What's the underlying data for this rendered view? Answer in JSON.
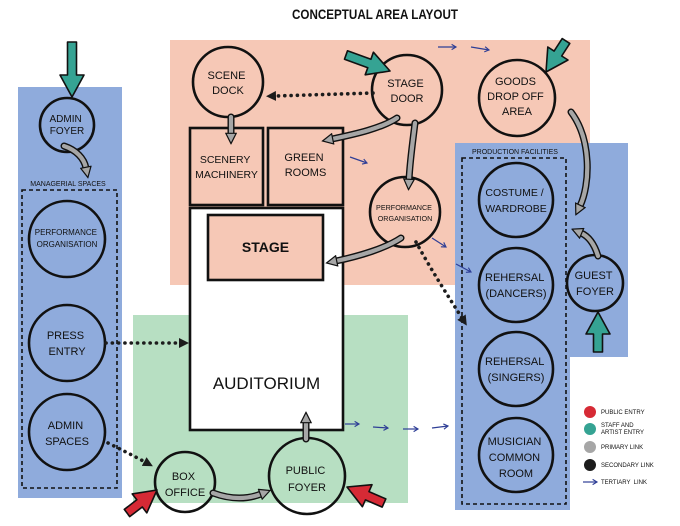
{
  "title": "CONCEPTUAL AREA LAYOUT",
  "zone_labels": {
    "managerial": "MANAGERIAL SPACES",
    "production": "PRODUCTION FACILITIES"
  },
  "zone_colors": {
    "service": "#f6c8b6",
    "admin": "#8fabdc",
    "public": "#b7dfc2",
    "production": "#8fabdc"
  },
  "nodes": {
    "admin_foyer": [
      "ADMIN",
      "FOYER"
    ],
    "scene_dock": [
      "SCENE",
      "DOCK"
    ],
    "stage_door": [
      "STAGE",
      "DOOR"
    ],
    "goods_drop_off": [
      "GOODS",
      "DROP OFF",
      "AREA"
    ],
    "performance_org_stage": [
      "PERFORMANCE",
      "ORGANISATION"
    ],
    "scenery_machinery": [
      "SCENERY",
      "MACHINERY"
    ],
    "green_rooms": [
      "GREEN",
      "ROOMS"
    ],
    "stage": "STAGE",
    "auditorium": "AUDITORIUM",
    "performance_org_admin": [
      "PERFORMANCE",
      "ORGANISATION"
    ],
    "press_entry": [
      "PRESS",
      "ENTRY"
    ],
    "admin_spaces": [
      "ADMIN",
      "SPACES"
    ],
    "costume_wardrobe": [
      "COSTUME /",
      "WARDROBE"
    ],
    "rehersal_dancers": [
      "REHERSAL",
      "(DANCERS)"
    ],
    "rehersal_singers": [
      "REHERSAL",
      "(SINGERS)"
    ],
    "musician_common_room": [
      "MUSICIAN",
      "COMMON",
      "ROOM"
    ],
    "guest_foyer": [
      "GUEST",
      "FOYER"
    ],
    "box_office": [
      "BOX",
      "OFFICE"
    ],
    "public_foyer": [
      "PUBLIC",
      "FOYER"
    ]
  },
  "legend": {
    "public_entry": {
      "lines": [
        "PUBLIC ENTRY"
      ],
      "color": "#d62a35"
    },
    "staff_artist_entry": {
      "lines": [
        "STAFF AND",
        "ARTIST ENTRY"
      ],
      "color": "#35a393"
    },
    "primary_link": {
      "lines": [
        "PRIMARY LINK"
      ],
      "color": "#a6a6a6"
    },
    "secondary_link": {
      "lines": [
        "SECONDARY LINK"
      ],
      "color": "#1c1c1c"
    },
    "tertiary_link": {
      "lines": [
        "TERTIARY  LINK"
      ],
      "color": "#2e3e96"
    }
  }
}
